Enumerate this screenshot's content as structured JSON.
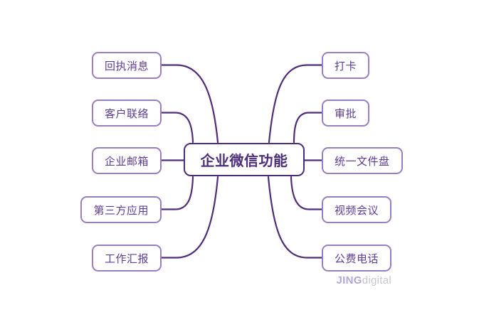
{
  "diagram": {
    "type": "mindmap",
    "center": {
      "label": "企业微信功能"
    },
    "left_nodes": [
      {
        "label": "回执消息"
      },
      {
        "label": "客户联络"
      },
      {
        "label": "企业邮箱"
      },
      {
        "label": "第三方应用"
      },
      {
        "label": "工作汇报"
      }
    ],
    "right_nodes": [
      {
        "label": "打卡"
      },
      {
        "label": "审批"
      },
      {
        "label": "统一文件盘"
      },
      {
        "label": "视频会议"
      },
      {
        "label": "公费电话"
      }
    ],
    "logo": {
      "bold": "JING",
      "light": "digital"
    },
    "colors": {
      "center_border": "#4b2d7a",
      "center_text": "#4b2d7a",
      "child_border": "#9a7ec2",
      "child_text": "#5e3c96",
      "connector": "#4e2e7a",
      "logo_jing": "#b3a6d8",
      "logo_digital": "#c9c6d2"
    }
  }
}
